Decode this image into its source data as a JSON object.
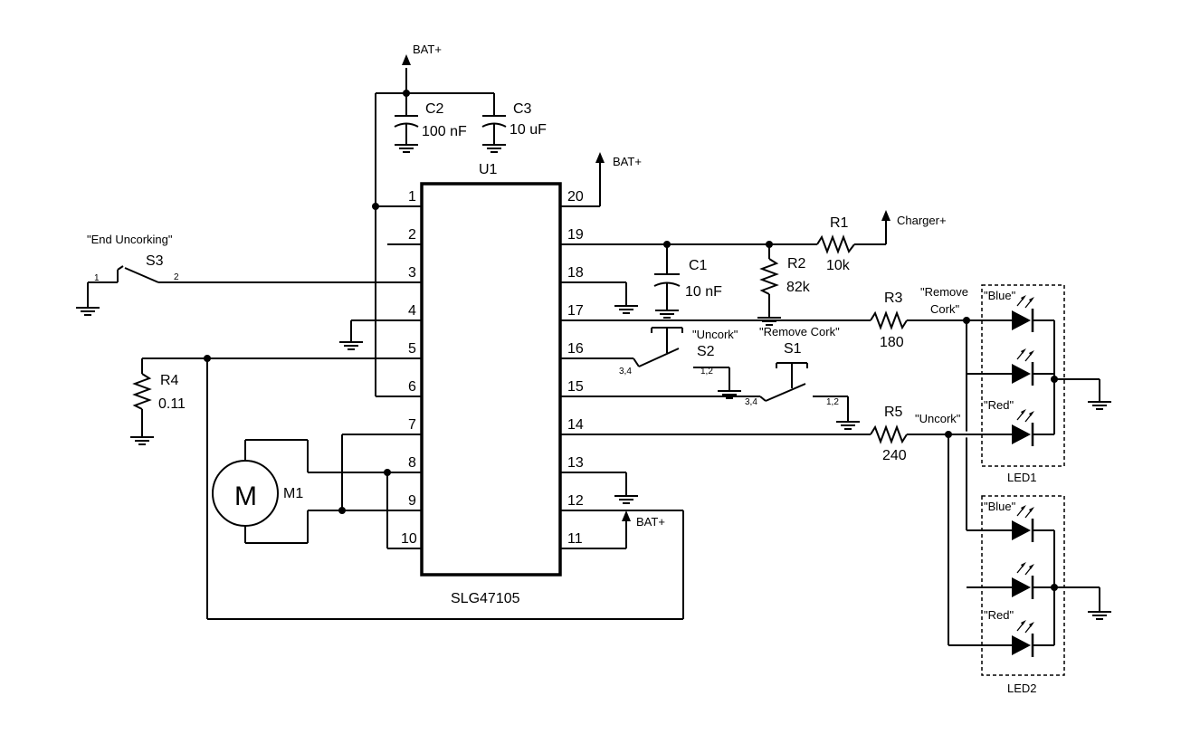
{
  "ic": {
    "ref": "U1",
    "part": "SLG47105",
    "pins_left": [
      "1",
      "2",
      "3",
      "4",
      "5",
      "6",
      "7",
      "8",
      "9",
      "10"
    ],
    "pins_right": [
      "20",
      "19",
      "18",
      "17",
      "16",
      "15",
      "14",
      "13",
      "12",
      "11"
    ]
  },
  "power": {
    "bat": "BAT+",
    "charger": "Charger+"
  },
  "caps": {
    "c1": {
      "ref": "C1",
      "value": "10 nF"
    },
    "c2": {
      "ref": "C2",
      "value": "100 nF"
    },
    "c3": {
      "ref": "C3",
      "value": "10 uF"
    }
  },
  "resistors": {
    "r1": {
      "ref": "R1",
      "value": "10k"
    },
    "r2": {
      "ref": "R2",
      "value": "82k"
    },
    "r3": {
      "ref": "R3",
      "value": "180"
    },
    "r4": {
      "ref": "R4",
      "value": "0.11"
    },
    "r5": {
      "ref": "R5",
      "value": "240"
    }
  },
  "switches": {
    "s1": {
      "ref": "S1",
      "note": "\"Remove Cork\"",
      "pin_a": "3,4",
      "pin_b": "1,2"
    },
    "s2": {
      "ref": "S2",
      "note": "\"Uncork\"",
      "pin_a": "3,4",
      "pin_b": "1,2"
    },
    "s3": {
      "ref": "S3",
      "note": "\"End Uncorking\"",
      "pin_a": "1",
      "pin_b": "2"
    }
  },
  "motor": {
    "ref": "M1",
    "symbol": "M"
  },
  "nets": {
    "remove_cork_1": "\"Remove",
    "remove_cork_2": "Cork\"",
    "uncork": "\"Uncork\""
  },
  "leds": {
    "led1": {
      "ref": "LED1",
      "blue": "\"Blue\"",
      "red": "\"Red\""
    },
    "led2": {
      "ref": "LED2",
      "blue": "\"Blue\"",
      "red": "\"Red\""
    }
  }
}
